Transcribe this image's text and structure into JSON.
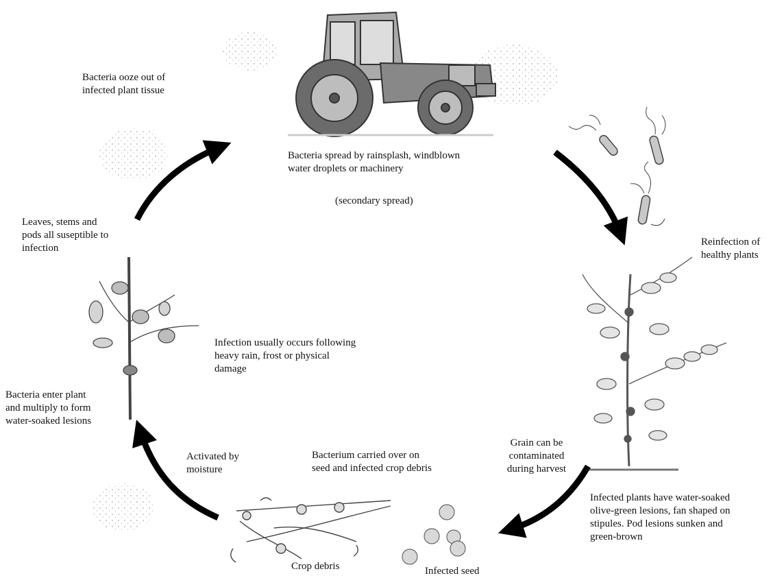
{
  "labels": {
    "ooze": "Bacteria ooze out of\ninfected plant tissue",
    "spread": "Bacteria spread by rainsplash, windblown\nwater droplets or machinery",
    "secondary": "(secondary spread)",
    "reinfection": "Reinfection of\nhealthy plants",
    "susceptible": "Leaves, stems and\npods all suseptible to\ninfection",
    "infection_occurs": "Infection usually occurs following\nheavy rain, frost or physical\ndamage",
    "enter_plant": "Bacteria enter plant\nand multiply to form\nwater-soaked lesions",
    "activated": "Activated by\nmoisture",
    "carried_over": "Bacterium carried over on\nseed and infected crop debris",
    "grain": "Grain can be\ncontaminated\nduring harvest",
    "infected_plants": "Infected plants have water-soaked\nolive-green lesions, fan shaped on\nstipules. Pod lesions sunken and\ngreen-brown",
    "crop_debris": "Crop debris",
    "infected_seed": "Infected seed"
  },
  "icons": [
    "tractor-illustration",
    "bacteria-illustration",
    "healthy-pea-plant-illustration",
    "infected-plant-illustration",
    "crop-debris-illustration",
    "infected-seed-illustration",
    "cycle-arrow"
  ],
  "colors": {
    "ink": "#111111",
    "arrow": "#000000",
    "illustration": "#555555"
  }
}
